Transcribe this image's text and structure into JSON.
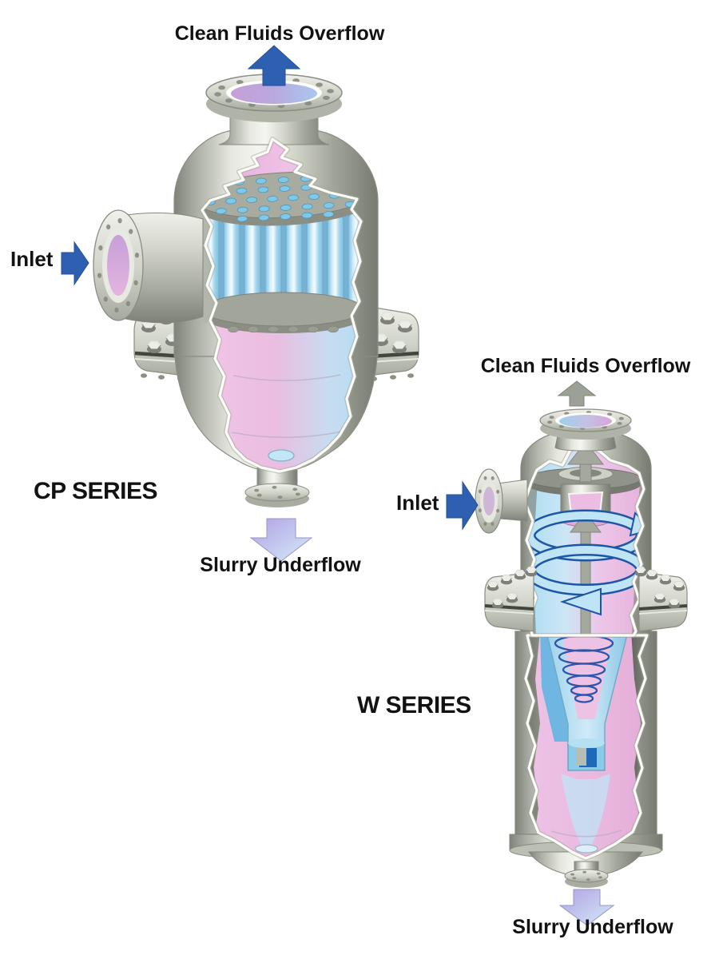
{
  "cp": {
    "series_label": "CP SERIES",
    "overflow_label": "Clean Fluids Overflow",
    "inlet_label": "Inlet",
    "underflow_label": "Slurry Underflow"
  },
  "w": {
    "series_label": "W SERIES",
    "overflow_label": "Clean Fluids Overflow",
    "inlet_label": "Inlet",
    "underflow_label": "Slurry Underflow"
  },
  "colors": {
    "overflow_arrow_cp": "#2e60b2",
    "overflow_arrow_w": "#9ba196",
    "inlet_arrow": "#2e60b2",
    "underflow_arrow_start": "#b0a0e4",
    "underflow_arrow_end": "#d4ecf8",
    "label_text": "#121212",
    "vessel_metal_light": "#f5f6f1",
    "vessel_metal_dark": "#767a70",
    "fluid_pink": "#eebde1",
    "fluid_blue": "#aeddf5",
    "tube_blue": "#a6d6ec",
    "spiral_blue": "#2e55a8"
  }
}
